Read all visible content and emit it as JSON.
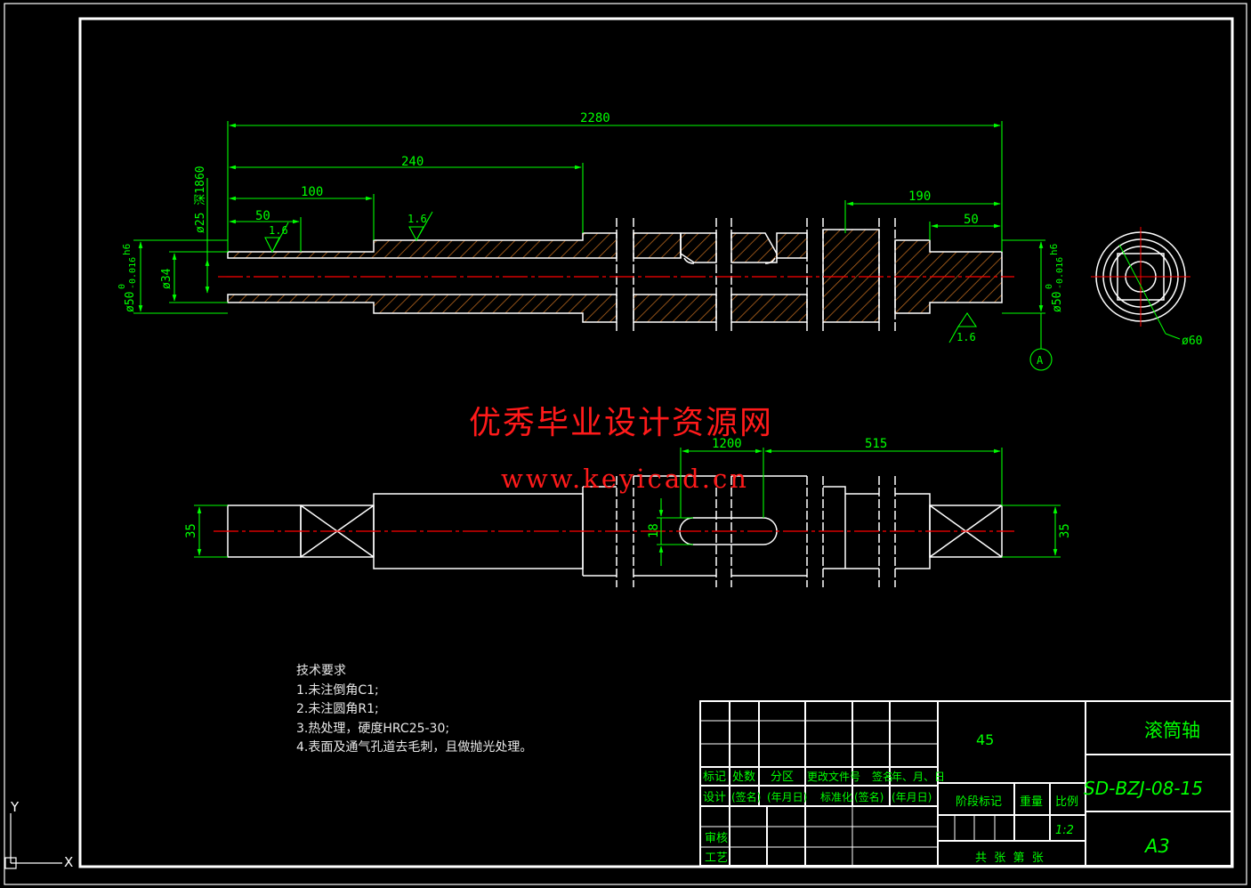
{
  "dimensions": {
    "overall": "2280",
    "d240": "240",
    "d100": "100",
    "d50_top": "50",
    "d190": "190",
    "d50_right": "50",
    "d1200": "1200",
    "d515": "515",
    "d35_left": "35",
    "d35_right": "35",
    "d18": "18",
    "phi34": "ø34",
    "phi25_deep": "ø25  深1860",
    "phi50_left": "ø50",
    "tol_left_upper": "0",
    "tol_left_lower": "-0.016",
    "fit_left": "h6",
    "phi50_right": "ø50",
    "tol_right_upper": "0",
    "tol_right_lower": "-0.016",
    "fit_right": "h6",
    "phi60": "ø60"
  },
  "roughness": {
    "r1": "1.6",
    "r2": "1.6",
    "r3": "1.6"
  },
  "datum": "A",
  "watermark": {
    "text": "优秀毕业设计资源网",
    "url": "www.keyicad.cn"
  },
  "notes": {
    "title": "技术要求",
    "items": [
      "1.未注倒角C1;",
      "2.未注圆角R1;",
      "3.热处理，硬度HRC25-30;",
      "4.表面及通气孔道去毛刺，且做抛光处理。"
    ]
  },
  "title_block": {
    "material": "45",
    "part_name": "滚筒轴",
    "drawing_no": "SD-BZJ-08-15",
    "sheet_size": "A3",
    "scale": "1:2",
    "headers": [
      "标记",
      "处数",
      "分区",
      "更改文件号",
      "签名",
      "年、月、日"
    ],
    "row_design": [
      "设计",
      "(签名)",
      "(年月日)",
      "标准化",
      "(签名)",
      "(年月日)"
    ],
    "stage_label": "阶段标记",
    "weight_label": "重量",
    "scale_label": "比例",
    "review_label": "审核",
    "process_label": "工艺",
    "sheets_label": "共  张  第  张"
  },
  "ucs": {
    "y": "Y",
    "x": "X"
  },
  "colors": {
    "background": "#000000",
    "outline": "#ffffff",
    "dimension": "#00ff00",
    "centerline": "#ff0000",
    "hatch": "#b5651d",
    "watermark": "#ff1a1a"
  }
}
